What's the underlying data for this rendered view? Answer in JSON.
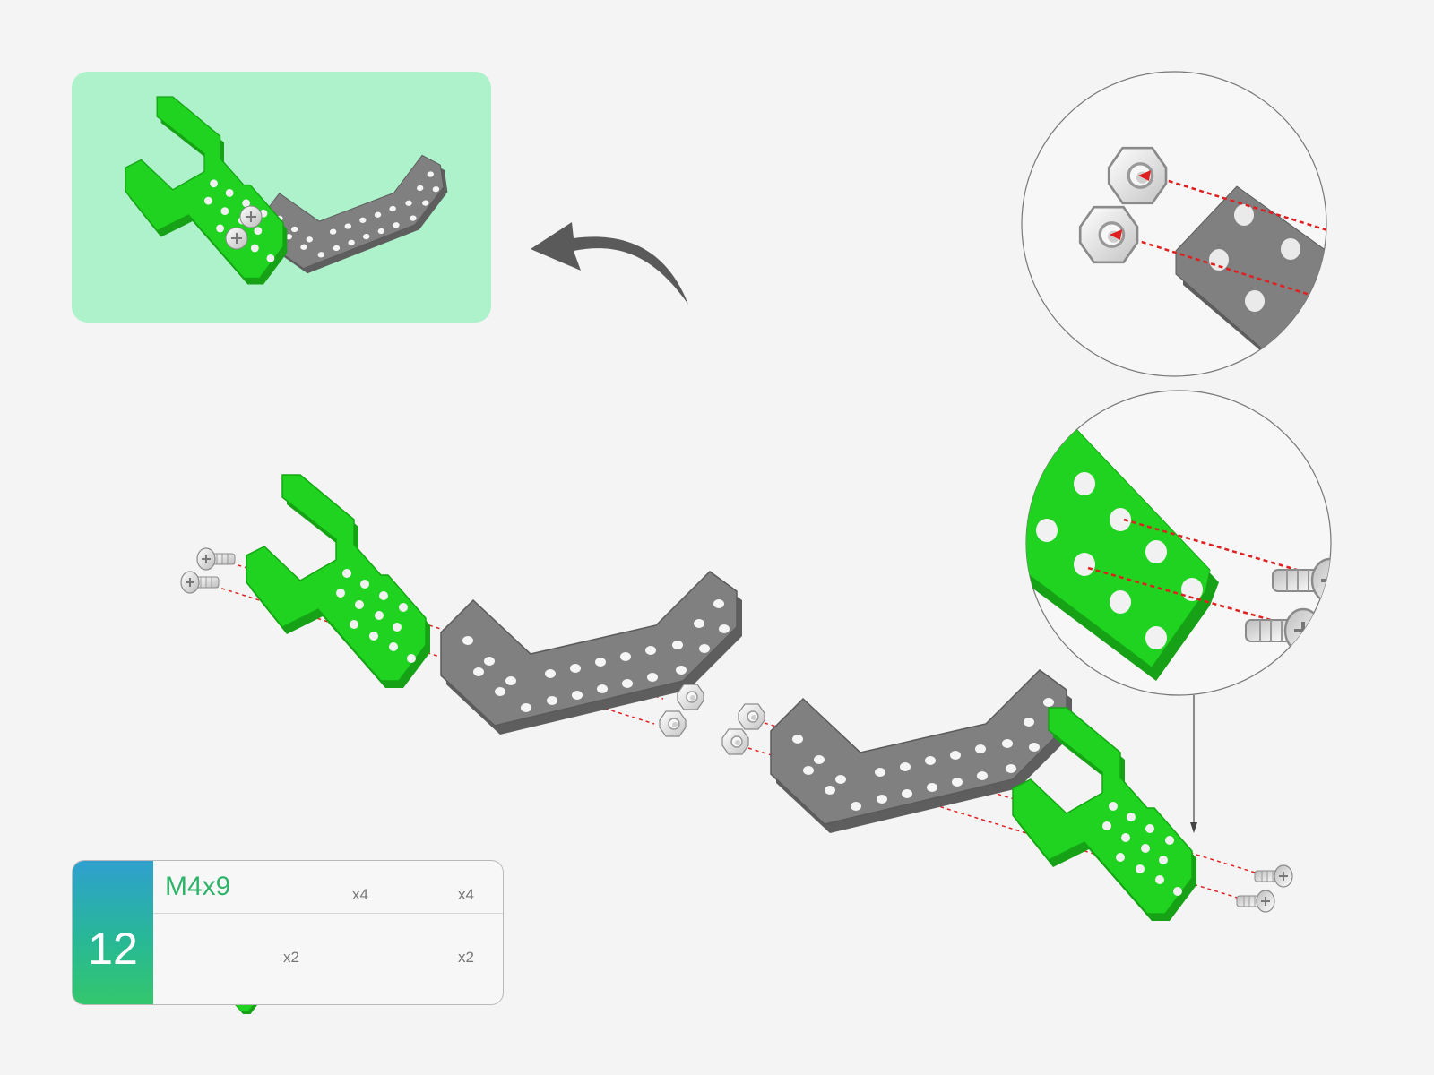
{
  "step": {
    "number": "12",
    "screw_spec": "M4x9",
    "parts": [
      {
        "icon": "screw-icon",
        "qty": "x4"
      },
      {
        "icon": "nut-icon",
        "qty": "x4"
      },
      {
        "icon": "green-claw-plate-icon",
        "qty": "x2"
      },
      {
        "icon": "grey-angled-plate-icon",
        "qty": "x2"
      }
    ]
  },
  "colors": {
    "green_part": "#1fcf1f",
    "green_dark": "#17a117",
    "grey_part": "#7d7d7d",
    "grey_dark": "#5e5e5e",
    "preview_bg": "#aef2cc",
    "guide_line": "#e02020",
    "arrow": "#5a5a5a",
    "badge_top": "#2fa0cf",
    "badge_bottom": "#33c76d"
  }
}
